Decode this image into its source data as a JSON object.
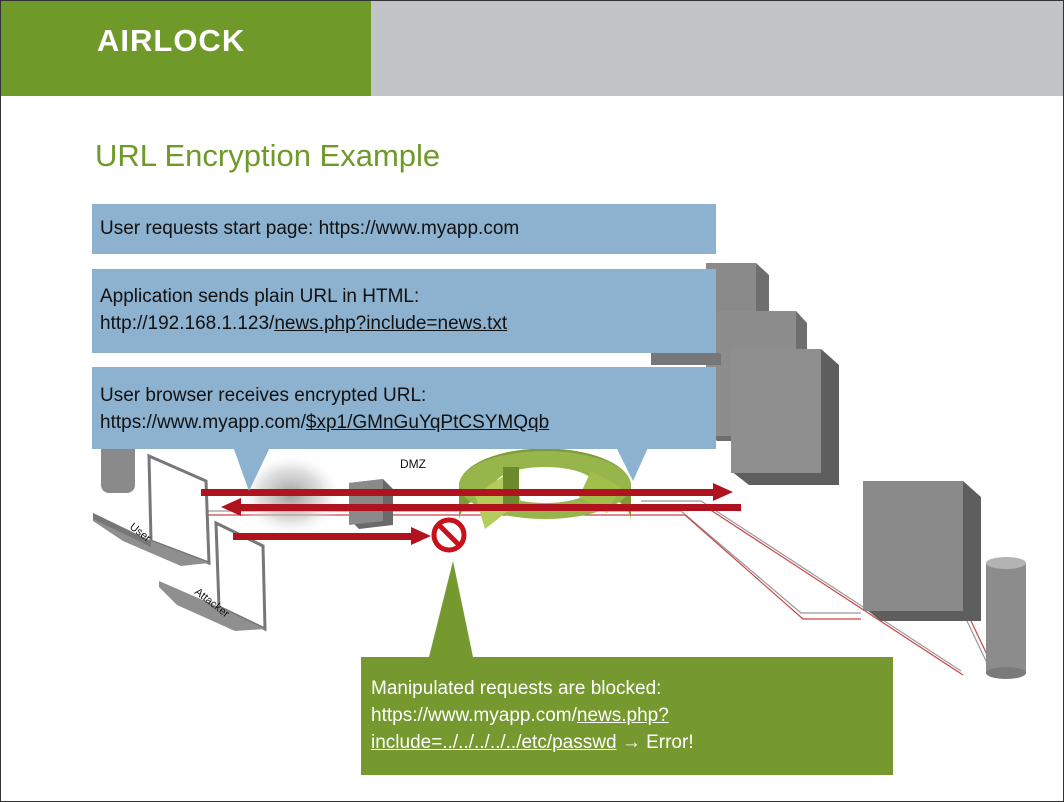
{
  "header": {
    "logo_text": "AIRLOCK"
  },
  "title": "URL Encryption Example",
  "callouts": {
    "start_page": "User requests start page: https://www.myapp.com",
    "plain_url": {
      "line1": "Application sends plain URL in HTML:",
      "line2_prefix": "http://192.168.1.123/",
      "line2_link": "news.php?include=news.txt"
    },
    "encrypted_url": {
      "line1": "User browser receives encrypted URL:",
      "line2_prefix": "https://www.myapp.com/",
      "line2_link": "$xp1/GMnGuYqPtCSYMQqb"
    },
    "blocked": {
      "line1": "Manipulated requests are blocked:",
      "line2_prefix": "https://www.myapp.com/",
      "line2_link": "news.php?",
      "line3_link": "include=../../../../../etc/passwd",
      "line3_suffix": " → Error!"
    }
  },
  "labels": {
    "dmz": "DMZ",
    "user": "User",
    "attacker": "Attacker"
  },
  "colors": {
    "brand_green": "#6f9a2a",
    "callout_blue": "#8cb2cf",
    "arrow_red": "#b0121e",
    "header_gray": "#c2c5c8"
  }
}
